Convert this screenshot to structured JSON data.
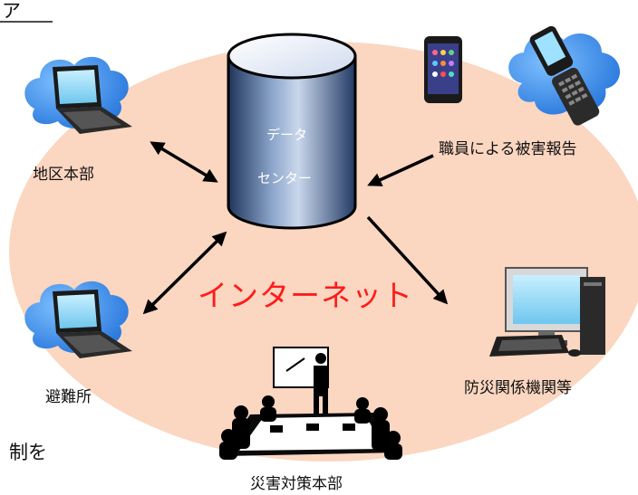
{
  "nodes": {
    "datacenter": {
      "line1": "データ",
      "line2": "センター"
    },
    "district_hq": "地区本部",
    "staff_report": "職員による被害報告",
    "shelter": "避難所",
    "disaster_orgs": "防災関係機関等",
    "response_hq": "災害対策本部"
  },
  "center_label": "インターネット",
  "page_fragments": {
    "bottom_left": "制を",
    "top_left": "ア"
  },
  "colors": {
    "background_ellipse": "#fbd6c0",
    "cylinder_dark": "#233a63",
    "cylinder_light": "#e8eef8",
    "internet_text": "#ff1a1a",
    "cloud": "#3a8ff0"
  }
}
